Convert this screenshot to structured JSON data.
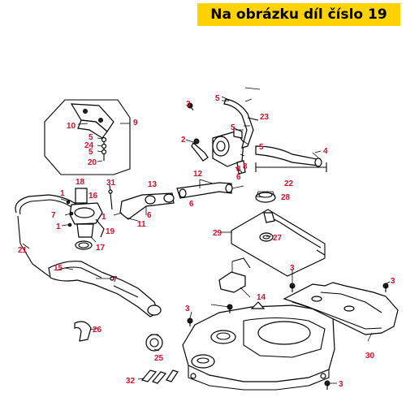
{
  "banner": {
    "text": "Na obrázku díl číslo 19",
    "color": "#ffd200"
  },
  "callout_color": "#d0102a",
  "callouts": [
    {
      "id": "c1",
      "label": "1"
    },
    {
      "id": "c2",
      "label": "1"
    },
    {
      "id": "c3",
      "label": "1"
    },
    {
      "id": "c4",
      "label": "2"
    },
    {
      "id": "c5",
      "label": "3"
    },
    {
      "id": "c6",
      "label": "3"
    },
    {
      "id": "c7",
      "label": "3"
    },
    {
      "id": "c8",
      "label": "3"
    },
    {
      "id": "c9",
      "label": "3"
    },
    {
      "id": "c10",
      "label": "4"
    },
    {
      "id": "c11",
      "label": "5"
    },
    {
      "id": "c12",
      "label": "5"
    },
    {
      "id": "c13",
      "label": "5"
    },
    {
      "id": "c14",
      "label": "5"
    },
    {
      "id": "c15",
      "label": "5"
    },
    {
      "id": "c16",
      "label": "6"
    },
    {
      "id": "c17",
      "label": "6"
    },
    {
      "id": "c18",
      "label": "6"
    },
    {
      "id": "c19",
      "label": "7"
    },
    {
      "id": "c20",
      "label": "7"
    },
    {
      "id": "c21",
      "label": "8"
    },
    {
      "id": "c22",
      "label": "8"
    },
    {
      "id": "c23",
      "label": "9"
    },
    {
      "id": "c24",
      "label": "10"
    },
    {
      "id": "c25",
      "label": "11"
    },
    {
      "id": "c26",
      "label": "12"
    },
    {
      "id": "c27",
      "label": "13"
    },
    {
      "id": "c28",
      "label": "14"
    },
    {
      "id": "c29",
      "label": "15"
    },
    {
      "id": "c30",
      "label": "16"
    },
    {
      "id": "c31",
      "label": "17"
    },
    {
      "id": "c32",
      "label": "18"
    },
    {
      "id": "c33",
      "label": "19"
    },
    {
      "id": "c34",
      "label": "20"
    },
    {
      "id": "c35",
      "label": "21"
    },
    {
      "id": "c36",
      "label": "22"
    },
    {
      "id": "c37",
      "label": "23"
    },
    {
      "id": "c38",
      "label": "24"
    },
    {
      "id": "c39",
      "label": "25"
    },
    {
      "id": "c40",
      "label": "26"
    },
    {
      "id": "c41",
      "label": "27"
    },
    {
      "id": "c42",
      "label": "28"
    },
    {
      "id": "c43",
      "label": "29"
    },
    {
      "id": "c44",
      "label": "30"
    },
    {
      "id": "c45",
      "label": "31"
    },
    {
      "id": "c46",
      "label": "32"
    }
  ]
}
